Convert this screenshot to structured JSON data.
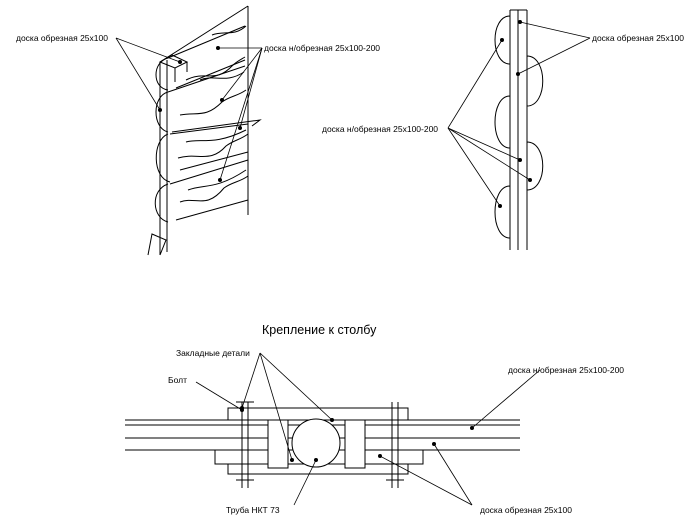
{
  "labels": {
    "board_edged_left": "доска обрезная 25х100",
    "board_unedged_left": "доска н/обрезная 25х100-200",
    "board_edged_right": "доска обрезная 25х100",
    "board_unedged_right": "доска н/обрезная 25х100-200",
    "section_title": "Крепление к столбу",
    "embedded_parts": "Закладные детали",
    "bolt": "Болт",
    "board_unedged_bottom": "доска н/обрезная 25х100-200",
    "pipe": "Труба НКТ 73",
    "board_edged_bottom": "доска обрезная 25х100"
  }
}
